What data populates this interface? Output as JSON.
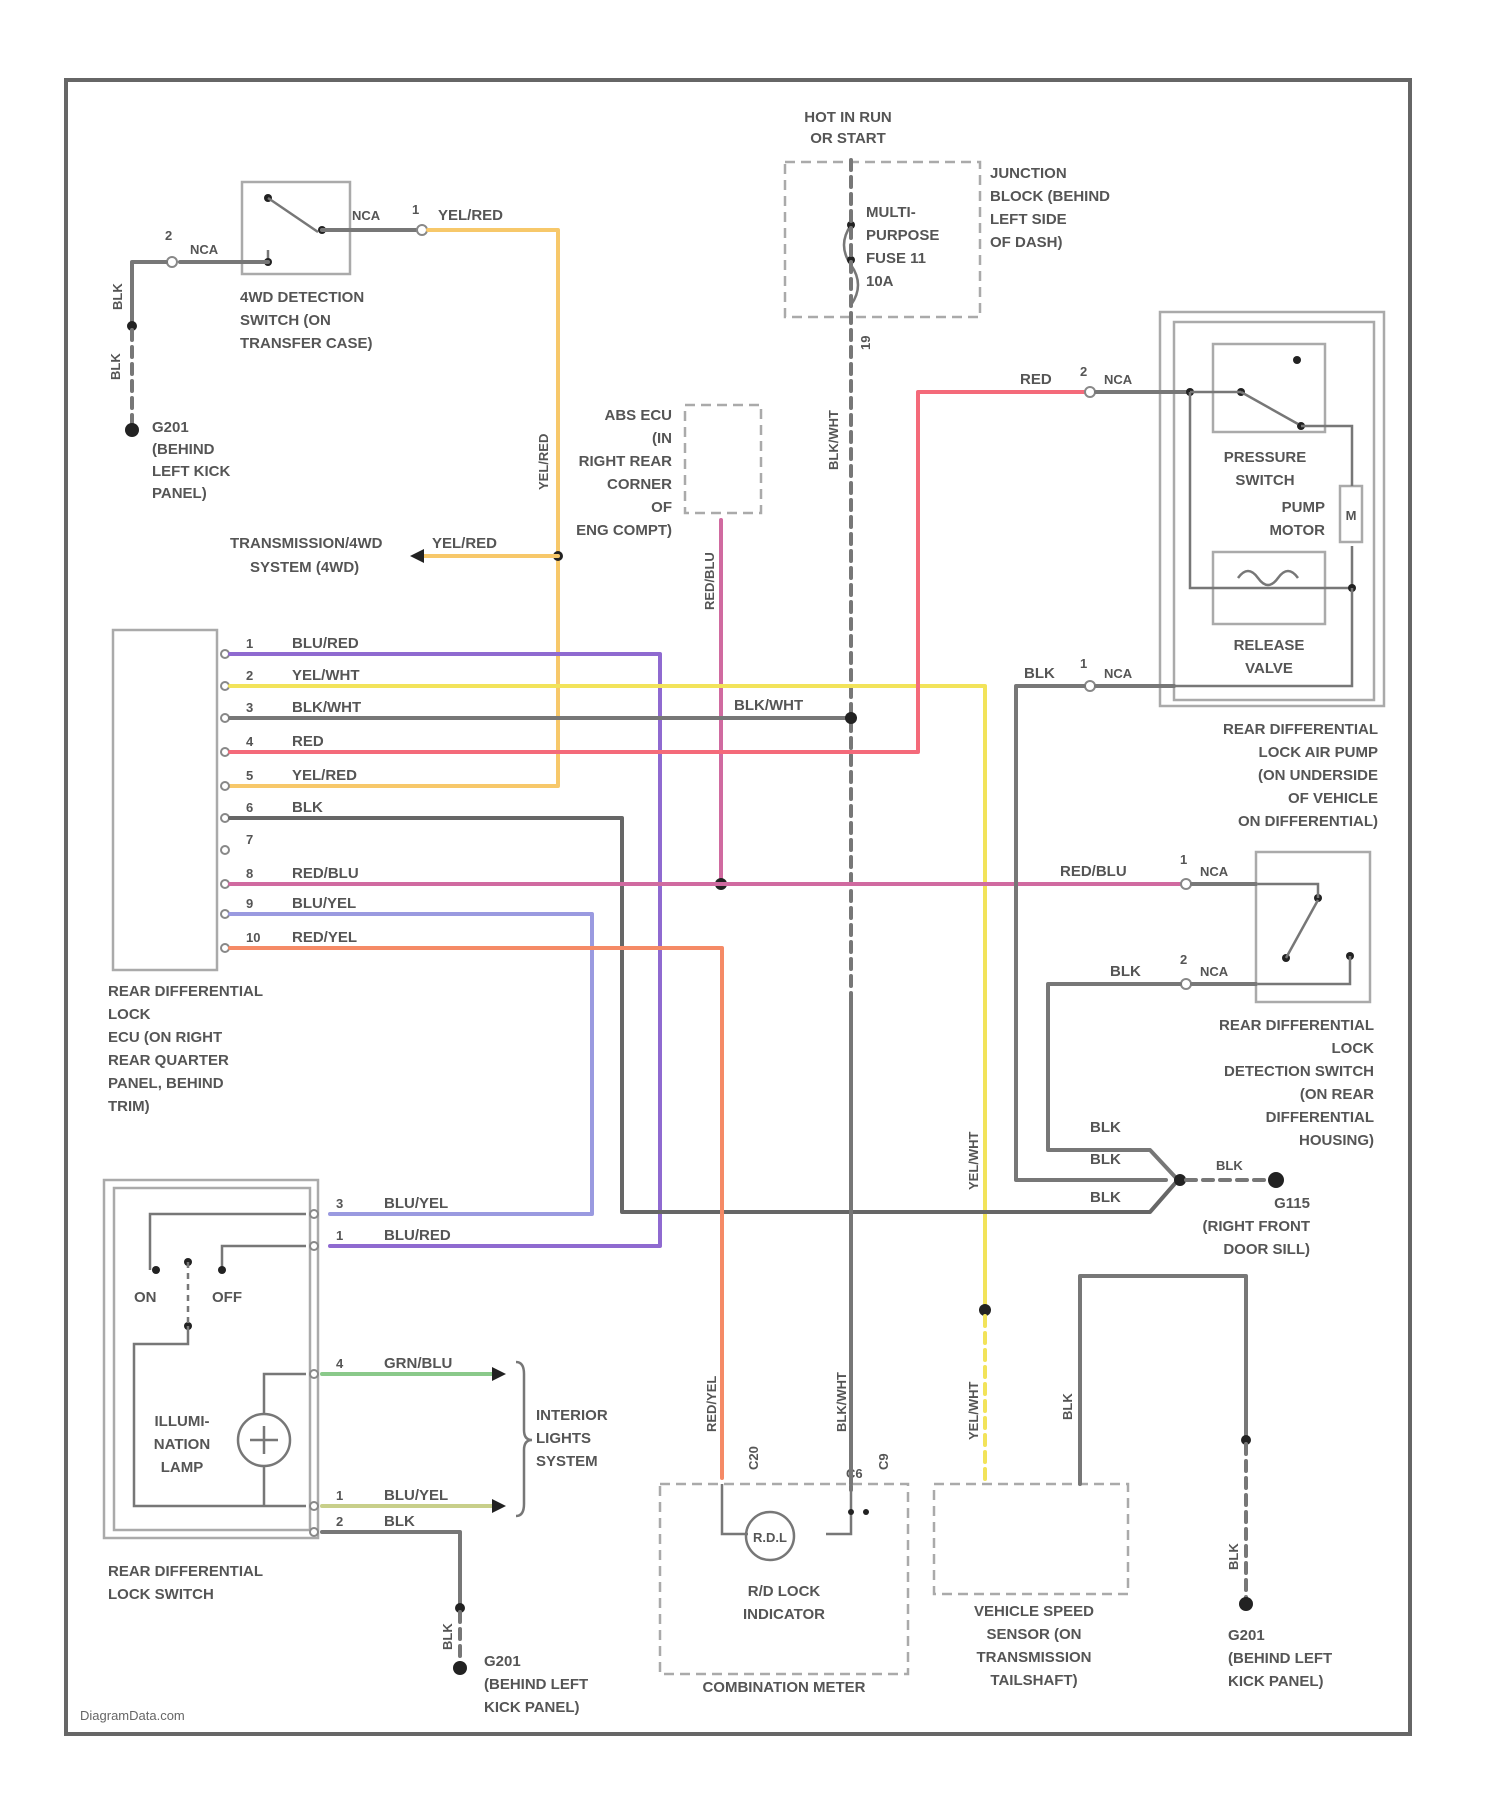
{
  "watermark": "DiagramData.com",
  "power": {
    "hot_label": [
      "HOT IN RUN",
      "OR START"
    ],
    "junction_label": [
      "JUNCTION",
      "BLOCK (BEHIND",
      "LEFT SIDE",
      "OF DASH)"
    ],
    "fuse_label": [
      "MULTI-",
      "PURPOSE",
      "FUSE 11",
      "10A"
    ],
    "fuse_wire": "BLK/WHT",
    "fuse_wire_id": "19"
  },
  "wd_switch": {
    "label": [
      "4WD DETECTION",
      "SWITCH (ON",
      "TRANSFER CASE)"
    ],
    "pin1": "1",
    "pin2": "2",
    "nca": "NCA",
    "wire_out": "YEL/RED",
    "wire_blk": "BLK"
  },
  "ground_g201_top": {
    "label": [
      "G201",
      "(BEHIND",
      "LEFT KICK",
      "PANEL)"
    ],
    "wire": "BLK"
  },
  "abs_ecu": {
    "label": [
      "ABS ECU",
      "(IN",
      "RIGHT REAR",
      "CORNER",
      "OF",
      "ENG COMPT)"
    ],
    "wire": "RED/BLU"
  },
  "transmission": {
    "label": [
      "TRANSMISSION/4WD",
      "SYSTEM (4WD)"
    ],
    "wire": "YEL/RED",
    "vertical_wire": "YEL/RED"
  },
  "ecu": {
    "label": [
      "REAR DIFFERENTIAL",
      "LOCK",
      "ECU (ON RIGHT",
      "REAR QUARTER",
      "PANEL, BEHIND",
      "TRIM)"
    ],
    "pins": [
      {
        "n": "1",
        "wire": "BLU/RED"
      },
      {
        "n": "2",
        "wire": "YEL/WHT"
      },
      {
        "n": "3",
        "wire": "BLK/WHT"
      },
      {
        "n": "4",
        "wire": "RED"
      },
      {
        "n": "5",
        "wire": "YEL/RED"
      },
      {
        "n": "6",
        "wire": "BLK"
      },
      {
        "n": "7",
        "wire": ""
      },
      {
        "n": "8",
        "wire": "RED/BLU"
      },
      {
        "n": "9",
        "wire": "BLU/YEL"
      },
      {
        "n": "10",
        "wire": "RED/YEL"
      }
    ],
    "splice_wire": "BLK/WHT"
  },
  "air_pump": {
    "label": [
      "REAR DIFFERENTIAL",
      "LOCK AIR PUMP",
      "(ON UNDERSIDE",
      "OF VEHICLE",
      "ON DIFFERENTIAL)"
    ],
    "pressure_label": [
      "PRESSURE",
      "SWITCH"
    ],
    "pump_label": [
      "PUMP",
      "MOTOR"
    ],
    "release_label": [
      "RELEASE",
      "VALVE"
    ],
    "motor_symbol": "M",
    "wire_red": "RED",
    "wire_blk": "BLK",
    "pin_a": "2",
    "pin_b": "1",
    "nca": "NCA"
  },
  "detect_switch": {
    "label": [
      "REAR DIFFERENTIAL",
      "LOCK",
      "DETECTION SWITCH",
      "(ON REAR",
      "DIFFERENTIAL",
      "HOUSING)"
    ],
    "wire_red": "RED/BLU",
    "wire_blk": "BLK",
    "pin_a": "1",
    "pin_b": "2",
    "nca": "NCA"
  },
  "ground_g115": {
    "label": [
      "G115",
      "(RIGHT FRONT",
      "DOOR SILL)"
    ],
    "wires": [
      "BLK",
      "BLK",
      "BLK",
      "BLK"
    ]
  },
  "lock_switch": {
    "label": [
      "REAR DIFFERENTIAL",
      "LOCK SWITCH"
    ],
    "on": "ON",
    "off": "OFF",
    "lamp_label": [
      "ILLUMI-",
      "NATION",
      "LAMP"
    ],
    "pins": [
      {
        "n": "3",
        "wire": "BLU/YEL"
      },
      {
        "n": "1",
        "wire": "BLU/RED"
      },
      {
        "n": "4",
        "wire": "GRN/BLU"
      },
      {
        "n": "1",
        "wire": "BLU/YEL"
      },
      {
        "n": "2",
        "wire": "BLK"
      }
    ],
    "interior_label": [
      "INTERIOR",
      "LIGHTS",
      "SYSTEM"
    ],
    "ground_wire": "BLK"
  },
  "ground_g201_bottom": {
    "label": [
      "G201",
      "(BEHIND LEFT",
      "KICK PANEL)"
    ]
  },
  "meter": {
    "label": "COMBINATION METER",
    "indicator_label": [
      "R/D LOCK",
      "INDICATOR"
    ],
    "symbol": "R.D.L",
    "wire_red": "RED/YEL",
    "wire_blk": "BLK/WHT",
    "pin_a": "C20",
    "pin_b": "C9",
    "pin_c": "C6"
  },
  "vss": {
    "label": [
      "VEHICLE SPEED",
      "SENSOR (ON",
      "TRANSMISSION",
      "TAILSHAFT)"
    ],
    "wire_yel": "YEL/WHT",
    "wire_blk": "BLK"
  },
  "ground_g201_right": {
    "label": [
      "G201",
      "(BEHIND LEFT",
      "KICK PANEL)"
    ],
    "wire": "BLK"
  }
}
